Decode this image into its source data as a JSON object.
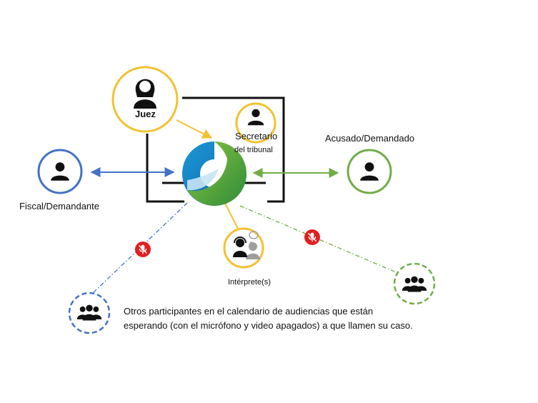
{
  "nodes": {
    "judge": {
      "label": "Juez"
    },
    "secretary": {
      "label_line1": "Secretario",
      "label_line2": "del tribunal"
    },
    "defendant": {
      "label": "Acusado/Demandado"
    },
    "prosecutor": {
      "label": "Fiscal/Demandante"
    },
    "interpreter": {
      "label": "Intérprete(s)"
    }
  },
  "note": {
    "line1": "Otros participantes en el calendario de audiencias que están",
    "line2": "esperando (con el micrófono y video apagados) a que llamen su caso."
  },
  "colors": {
    "judge": "#f2c230",
    "prosecutor": "#4472c4",
    "defendant": "#70ad47",
    "muted": "#e02020",
    "frame": "#111111"
  },
  "icons": {
    "judge": "person-female-icon",
    "secretary": "person-icon",
    "defendant": "person-icon",
    "prosecutor": "person-icon",
    "interpreter": "interpreter-headset-icon",
    "waiting": "group-icon",
    "muted": "muted-mic-icon",
    "hub": "webex-logo-icon"
  }
}
